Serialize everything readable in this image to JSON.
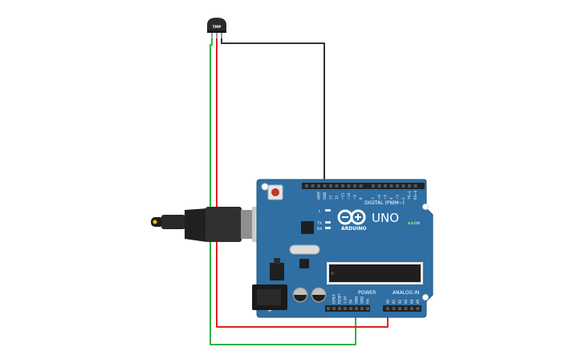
{
  "sensor": {
    "label": "TMP"
  },
  "board": {
    "logo_text": "ARDUINO",
    "model_text": "UNO",
    "on_label": "ON",
    "digital_header_label": "DIGITAL (PWM~)",
    "power_header_label": "POWER",
    "analog_header_label": "ANALOG IN",
    "led_labels": [
      "L",
      "TX",
      "RX"
    ],
    "digital_pin_labels": [
      "AREF",
      "GND",
      "13",
      "12",
      "~11",
      "~10",
      "~9",
      "8",
      "7",
      "~6",
      "~5",
      "4",
      "~3",
      "2",
      "TX→1",
      "RX←0"
    ],
    "power_pin_labels": [
      "IOREF",
      "RESET",
      "3.3V",
      "5V",
      "GND",
      "GND",
      "Vin"
    ],
    "analog_pin_labels": [
      "A0",
      "A1",
      "A2",
      "A3",
      "A4",
      "A5"
    ]
  },
  "colors": {
    "board": "#2f6fa3",
    "board_edge": "#245a86",
    "wire_red": "#e0211f",
    "wire_green": "#2fb24a",
    "wire_black": "#333333",
    "sensor_body": "#2b2b2b",
    "header": "#222222",
    "usb_metal": "#c9c9c9",
    "reset_button": "#c0392b",
    "on_led": "#59d35c"
  }
}
